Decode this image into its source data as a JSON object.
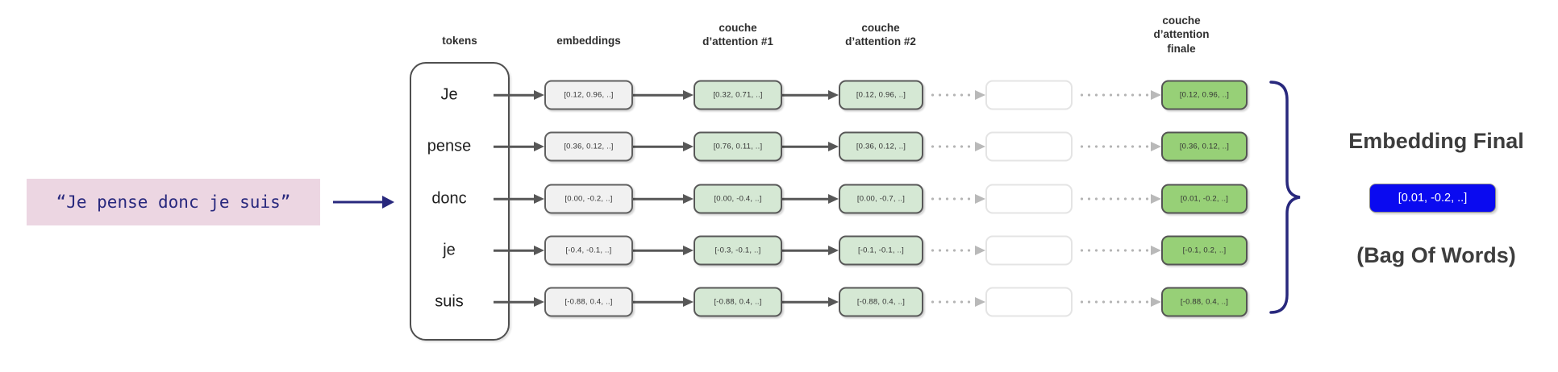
{
  "input_sentence": {
    "text": "“Je pense donc je suis”"
  },
  "columns": {
    "tokens": "tokens",
    "embeddings": "embeddings",
    "attention1": "couche\nd’attention #1",
    "attention2": "couche\nd’attention #2",
    "attention_final": "couche\nd’attention\nfinale"
  },
  "rows": [
    {
      "token": "Je",
      "embedding": "[0.12, 0.96, ..]",
      "attention1": "[0.32, 0.71, ..]",
      "attention2": "[0.12, 0.96, ..]",
      "attention_final": "[0.12, 0.96, ..]"
    },
    {
      "token": "pense",
      "embedding": "[0.36, 0.12, ..]",
      "attention1": "[0.76, 0.11, ..]",
      "attention2": "[0.36, 0.12, ..]",
      "attention_final": "[0.36, 0.12, ..]"
    },
    {
      "token": "donc",
      "embedding": "[0.00, -0.2, ..]",
      "attention1": "[0.00, -0.4, ..]",
      "attention2": "[0.00, -0.7, ..]",
      "attention_final": "[0.01, -0.2, ..]"
    },
    {
      "token": "je",
      "embedding": "[-0.4, -0.1, ..]",
      "attention1": "[-0.3, -0.1, ..]",
      "attention2": "[-0.1, -0.1, ..]",
      "attention_final": "[-0.1, 0.2, ..]"
    },
    {
      "token": "suis",
      "embedding": "[-0.88, 0.4, ..]",
      "attention1": "[-0.88, 0.4, ..]",
      "attention2": "[-0.88, 0.4, ..]",
      "attention_final": "[-0.88, 0.4, ..]"
    }
  ],
  "output": {
    "title": "Embedding Final",
    "vector": "[0.01, -0.2, ..]",
    "subtitle": "(Bag Of Words)"
  },
  "colors": {
    "navy": "#28287d",
    "input_pink": "#ecd6e2",
    "embedding_gray": "#f1f1f1",
    "attention_green": "#d5e8d4",
    "final_green": "#97d077",
    "output_blue": "#0a0af0",
    "arrow_gray": "#575757",
    "dotted_gray": "#b5b5b5"
  }
}
